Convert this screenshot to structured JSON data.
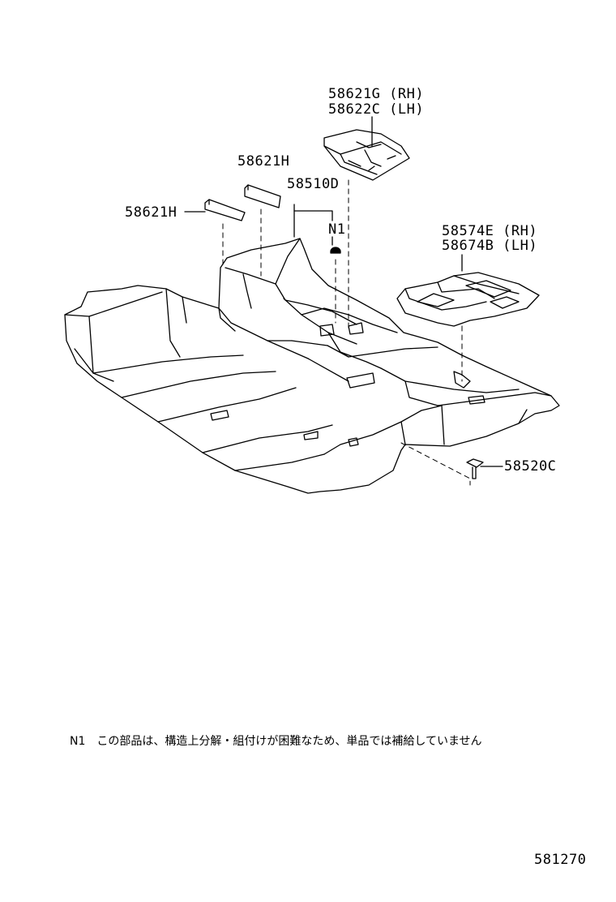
{
  "parts": {
    "p1a": "58621G (RH)",
    "p1b": "58622C (LH)",
    "p2": "58621H",
    "p3": "58621H",
    "p4": "58510D",
    "p5": "N1",
    "p6a": "58574E (RH)",
    "p6b": "58674B (LH)",
    "p7": "58520C"
  },
  "note": {
    "id": "N1",
    "text": "この部品は、構造上分解・組付けが困難なため、単品では補給していません"
  },
  "drawing_code": "581270",
  "icons": {
    "floor_carpet": "floor-carpet-illustration",
    "clip": "clip-icon",
    "pad": "pad-icon",
    "tray": "tray-icon"
  }
}
